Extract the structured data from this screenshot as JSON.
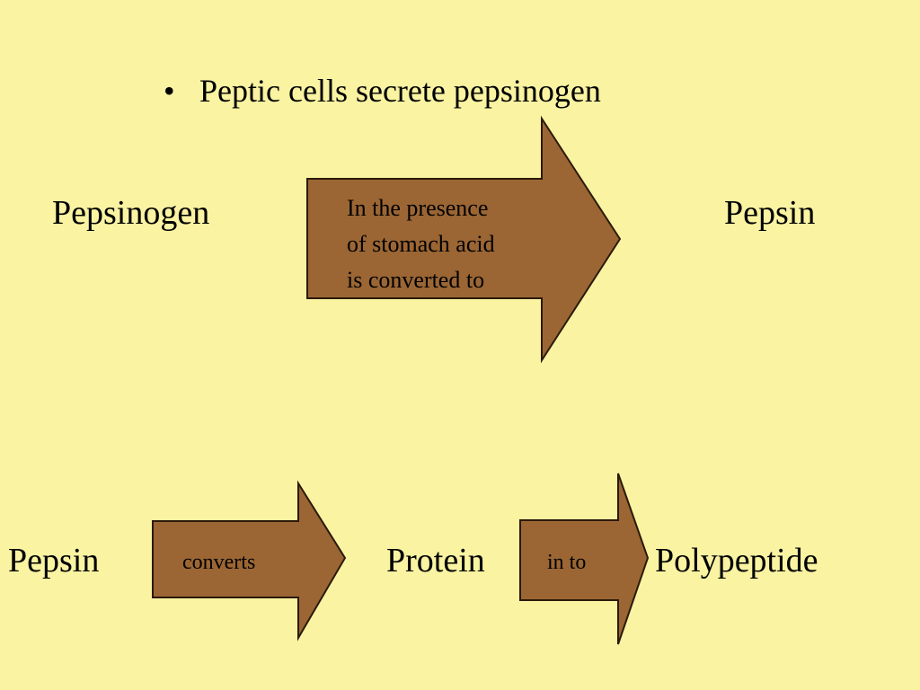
{
  "colors": {
    "background": "#f9f3a2",
    "arrow_fill": "#9b6634",
    "arrow_stroke": "#2b1a0a",
    "text": "#000000"
  },
  "bullet": {
    "icon": "bullet-dot-icon",
    "symbol": "•",
    "text": "Peptic cells secrete pepsinogen"
  },
  "row1": {
    "source": "Pepsinogen",
    "arrow_label_lines": [
      "In the presence",
      "of stomach acid",
      "is converted to"
    ],
    "target": "Pepsin"
  },
  "row2": {
    "source": "Pepsin",
    "arrow1_label": "converts",
    "middle": "Protein",
    "arrow2_label": "in to",
    "target": "Polypeptide"
  }
}
